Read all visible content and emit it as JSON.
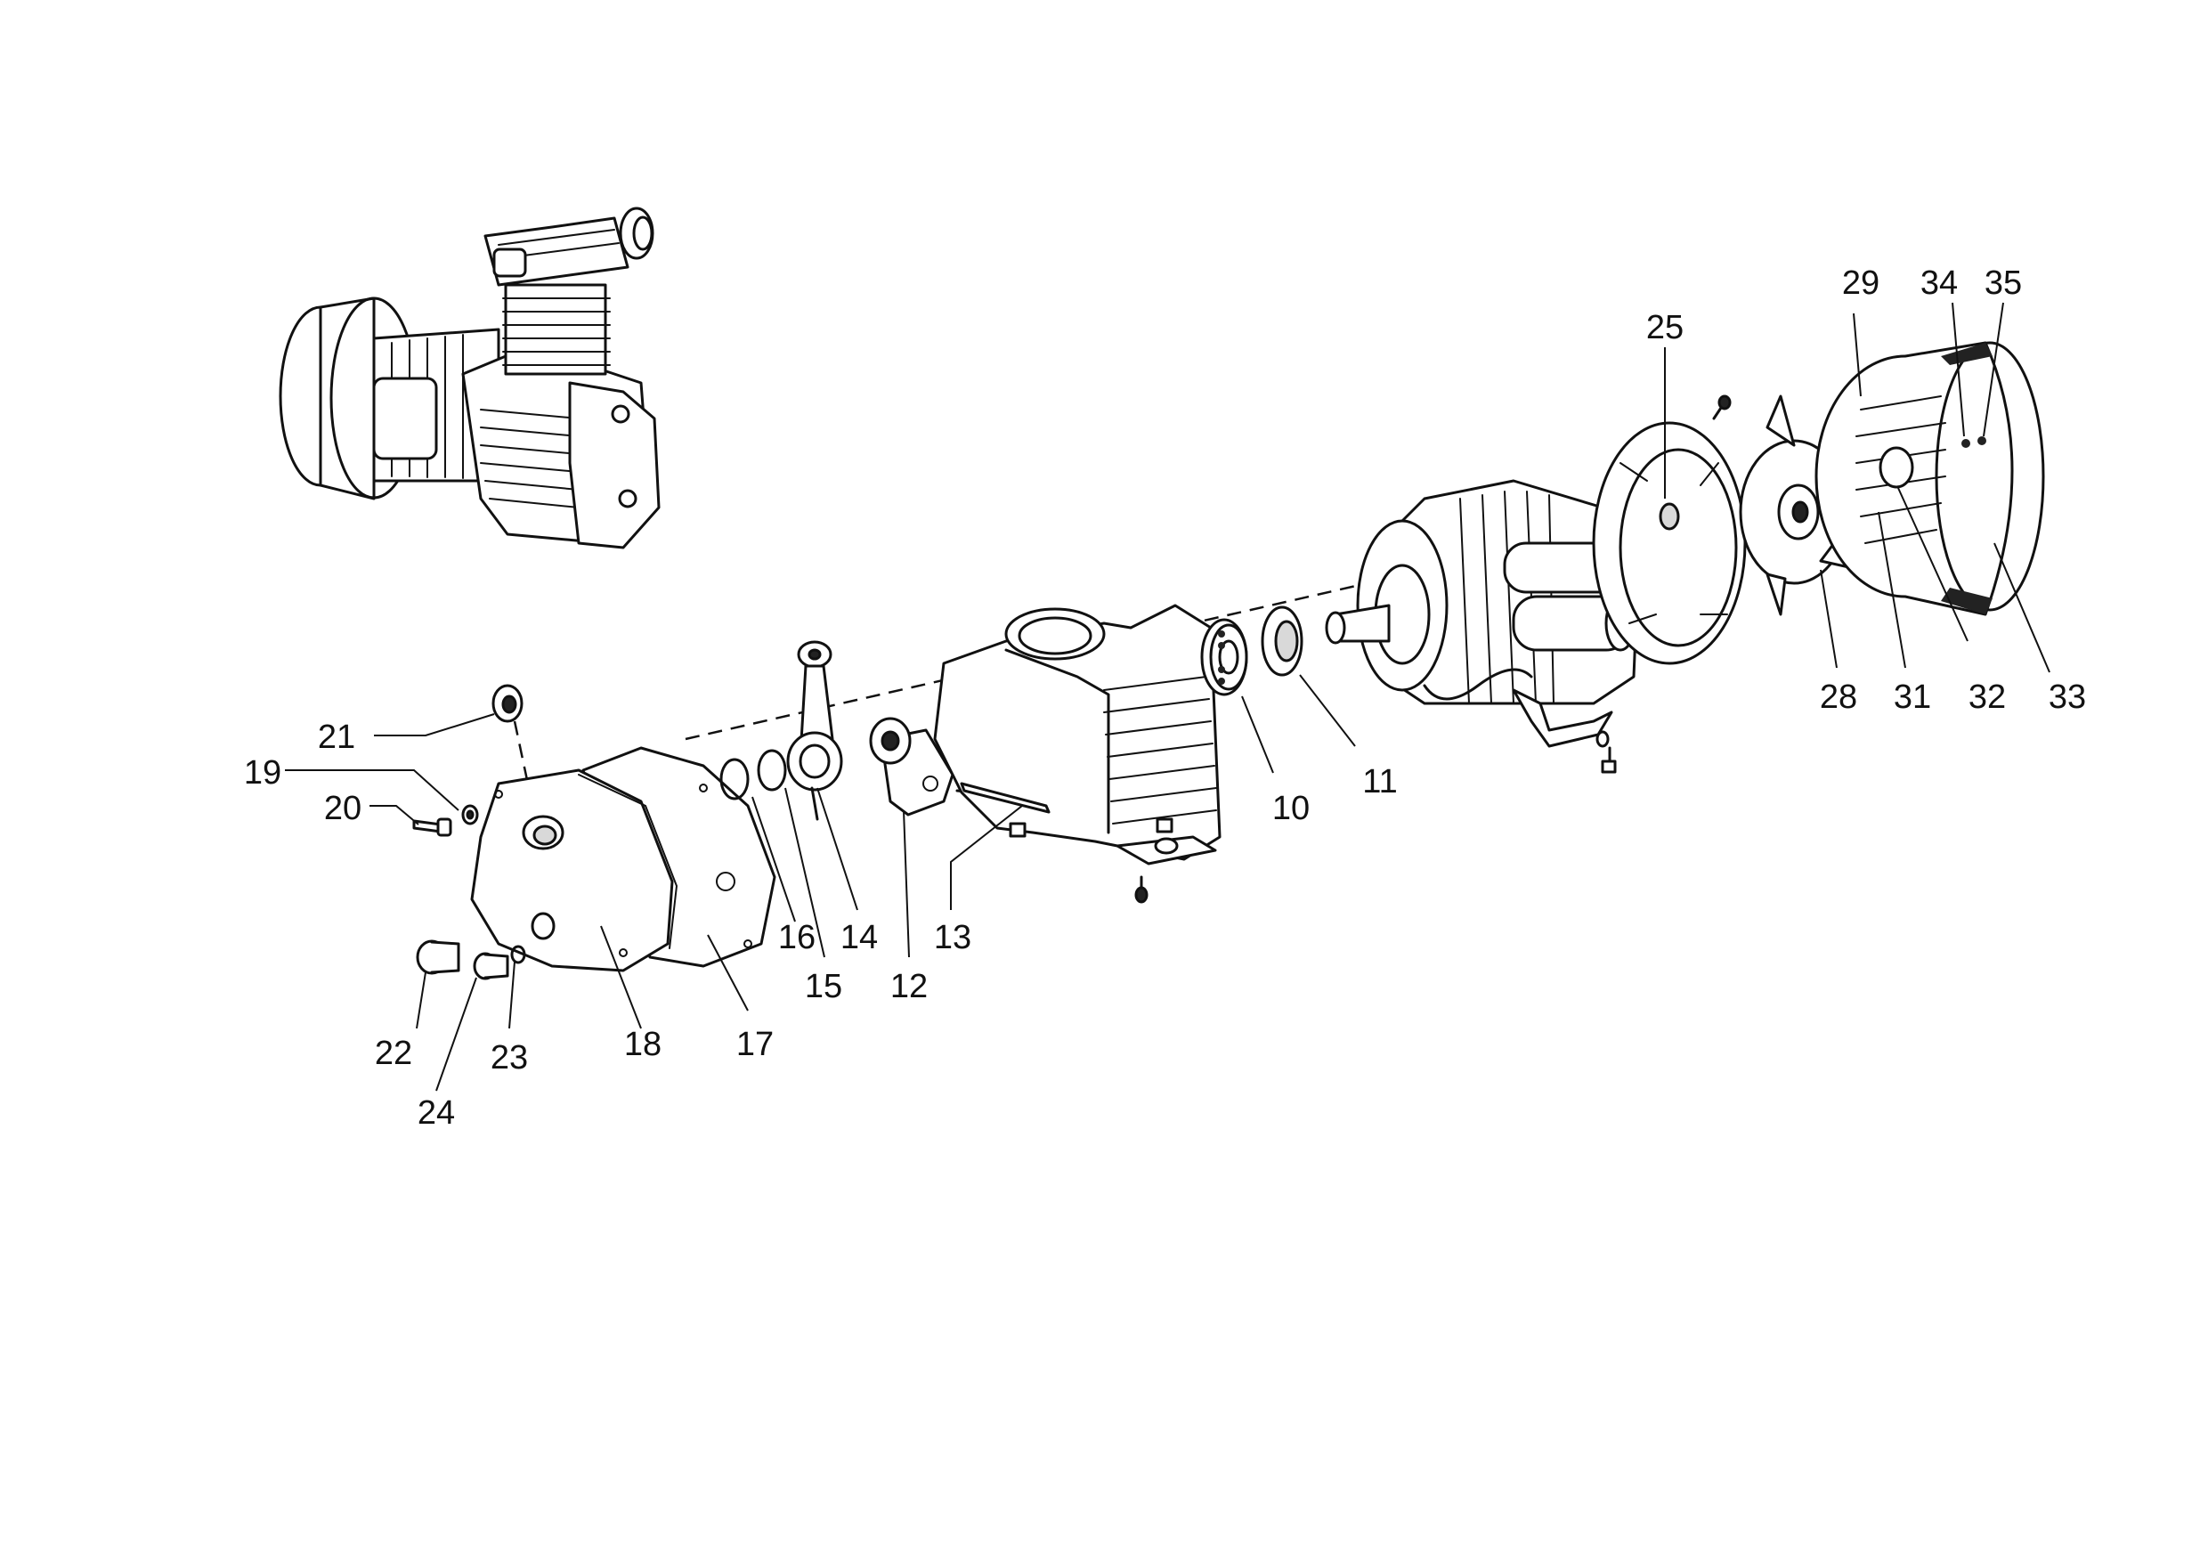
{
  "diagram": {
    "callouts": [
      "10",
      "11",
      "12",
      "13",
      "14",
      "15",
      "16",
      "17",
      "18",
      "19",
      "20",
      "21",
      "22",
      "23",
      "24",
      "25",
      "28",
      "29",
      "31",
      "32",
      "33",
      "34",
      "35"
    ]
  }
}
